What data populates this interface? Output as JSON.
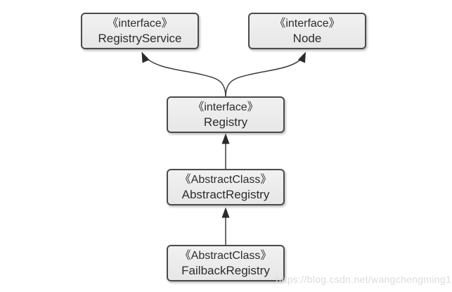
{
  "diagram": {
    "nodes": [
      {
        "id": "registry-service",
        "stereotype": "《interface》",
        "name": "RegistryService"
      },
      {
        "id": "node",
        "stereotype": "《interface》",
        "name": "Node"
      },
      {
        "id": "registry",
        "stereotype": "《interface》",
        "name": "Registry"
      },
      {
        "id": "abstract-registry",
        "stereotype": "《AbstractClass》",
        "name": "AbstractRegistry"
      },
      {
        "id": "failback-registry",
        "stereotype": "《AbstractClass》",
        "name": "FailbackRegistry"
      }
    ],
    "edges": [
      {
        "from": "Registry",
        "to": "RegistryService",
        "type": "inheritance"
      },
      {
        "from": "Registry",
        "to": "Node",
        "type": "inheritance"
      },
      {
        "from": "AbstractRegistry",
        "to": "Registry",
        "type": "inheritance"
      },
      {
        "from": "FailbackRegistry",
        "to": "AbstractRegistry",
        "type": "inheritance"
      }
    ]
  },
  "watermark": {
    "text": "https://blog.csdn.net/wangchengming1"
  },
  "colors": {
    "background": "#ffffff",
    "box_fill": "#eaeaea",
    "box_border": "#4b4b4b",
    "text": "#2d2d2d",
    "arrow": "#3b3b3b",
    "watermark": "#dcdcdc"
  }
}
